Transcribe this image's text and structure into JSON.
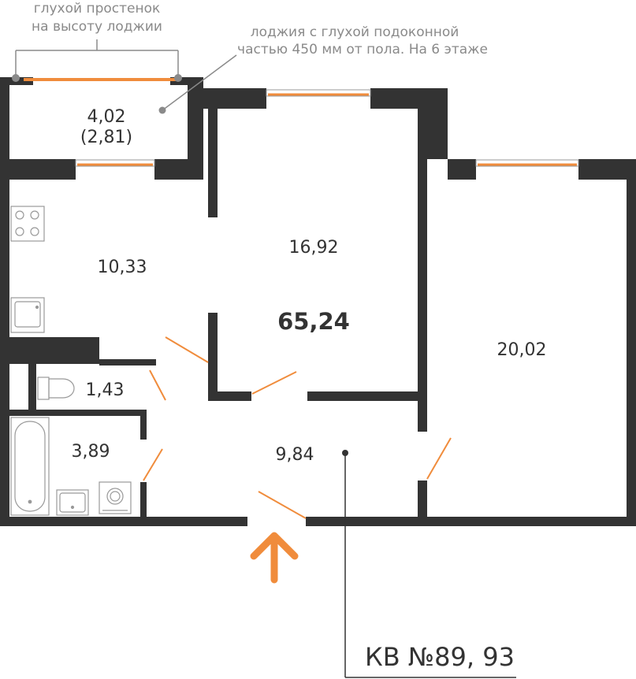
{
  "notes": {
    "blind_pier_line1": "глухой простенок",
    "blind_pier_line2": "на высоту лоджии",
    "loggia_note_line1": "лоджия с глухой подоконной",
    "loggia_note_line2": "частью 450 мм от пола. На 6 этаже"
  },
  "rooms": {
    "loggia_area": "4,02",
    "loggia_area_reduced": "(2,81)",
    "kitchen_area": "10,33",
    "living_room_area": "16,92",
    "bedroom_area": "20,02",
    "toilet_area": "1,43",
    "bathroom_area": "3,89",
    "hall_area": "9,84"
  },
  "total_area": "65,24",
  "apartment_label": "КВ №89, 93",
  "colors": {
    "wall": "#333333",
    "window_accent": "#f08c3c",
    "note_text": "#8a8a8a",
    "fixture_stroke": "#999999"
  }
}
